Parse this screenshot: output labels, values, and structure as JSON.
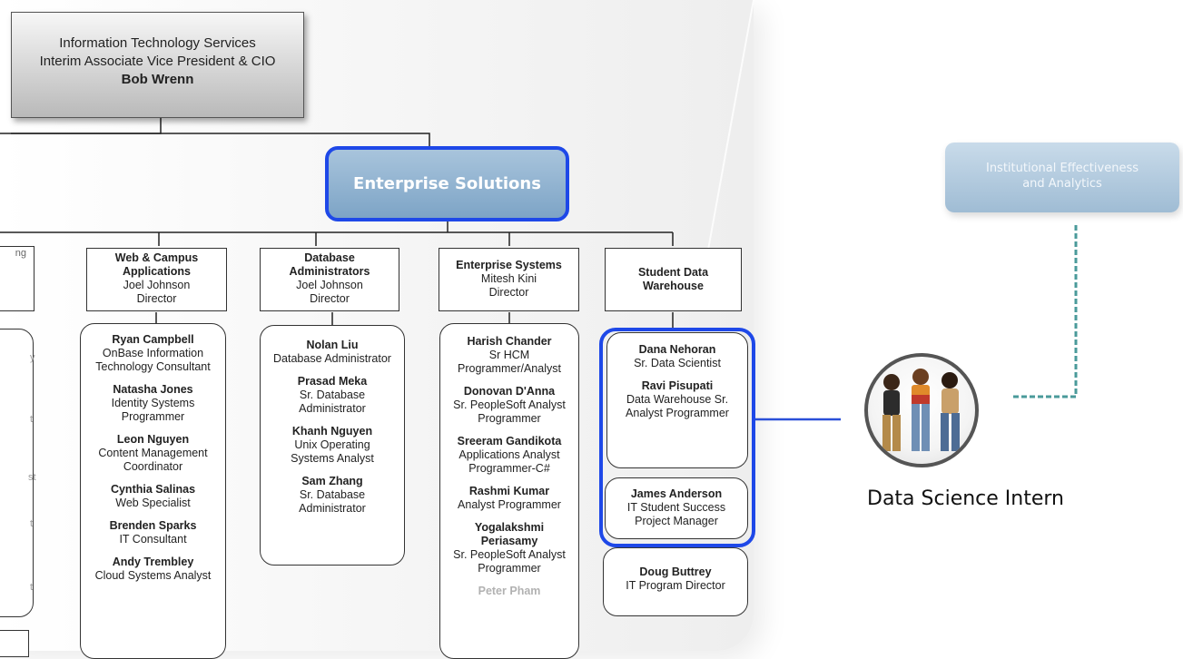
{
  "root": {
    "line1": "Information Technology Services",
    "line2": "Interim Associate Vice President & CIO",
    "name": "Bob Wrenn"
  },
  "enterprise": {
    "label": "Enterprise Solutions"
  },
  "partial_left": {
    "heading_fragment": "ng",
    "fragments": [
      "y",
      "t",
      "st",
      "t",
      "t"
    ]
  },
  "departments": {
    "web": {
      "title1": "Web & Campus",
      "title2": "Applications",
      "name": "Joel Johnson",
      "role": "Director"
    },
    "db": {
      "title1": "Database",
      "title2": "Administrators",
      "name": "Joel Johnson",
      "role": "Director"
    },
    "ent": {
      "title1": "Enterprise Systems",
      "name": "Mitesh Kini",
      "role": "Director"
    },
    "sdw": {
      "title1": "Student Data",
      "title2": "Warehouse"
    }
  },
  "web_staff": [
    {
      "name": "Ryan Campbell",
      "r1": "OnBase Information",
      "r2": "Technology Consultant"
    },
    {
      "name": "Natasha Jones",
      "r1": "Identity Systems",
      "r2": "Programmer"
    },
    {
      "name": "Leon Nguyen",
      "r1": "Content Management",
      "r2": "Coordinator"
    },
    {
      "name": "Cynthia Salinas",
      "r1": "Web Specialist"
    },
    {
      "name": "Brenden Sparks",
      "r1": "IT Consultant"
    },
    {
      "name": "Andy Trembley",
      "r1": "Cloud Systems Analyst"
    }
  ],
  "db_staff": [
    {
      "name": "Nolan Liu",
      "r1": "Database Administrator"
    },
    {
      "name": "Prasad Meka",
      "r1": "Sr. Database",
      "r2": "Administrator"
    },
    {
      "name": "Khanh Nguyen",
      "r1": "Unix Operating",
      "r2": "Systems Analyst"
    },
    {
      "name": "Sam Zhang",
      "r1": "Sr. Database",
      "r2": "Administrator"
    }
  ],
  "ent_staff": [
    {
      "name": "Harish Chander",
      "r1": "Sr HCM",
      "r2": "Programmer/Analyst"
    },
    {
      "name": "Donovan D'Anna",
      "r1": "Sr. PeopleSoft Analyst",
      "r2": "Programmer"
    },
    {
      "name": "Sreeram Gandikota",
      "r1": "Applications Analyst",
      "r2": "Programmer-C#"
    },
    {
      "name": "Rashmi Kumar",
      "r1": "Analyst Programmer"
    },
    {
      "name": "Yogalakshmi",
      "name2": "Periasamy",
      "r1": "Sr. PeopleSoft Analyst",
      "r2": "Programmer"
    },
    {
      "name": "Peter Pham"
    }
  ],
  "sdw_staff_a": [
    {
      "name": "Dana Nehoran",
      "r1": "Sr. Data Scientist"
    },
    {
      "name": "Ravi Pisupati",
      "r1": "Data Warehouse Sr.",
      "r2": "Analyst Programmer"
    }
  ],
  "sdw_staff_b": {
    "name": "James Anderson",
    "r1": "IT Student Success",
    "r2": "Project Manager"
  },
  "sdw_staff_c": {
    "name": "Doug Buttrey",
    "r1": "IT Program Director"
  },
  "iea": {
    "line1": "Institutional Effectiveness",
    "line2": "and Analytics"
  },
  "intern": {
    "label": "Data Science Intern"
  },
  "colors": {
    "highlight": "#1e48e8",
    "dashed_connector": "#4a9a9a",
    "intern_connector": "#2a4fd8"
  }
}
